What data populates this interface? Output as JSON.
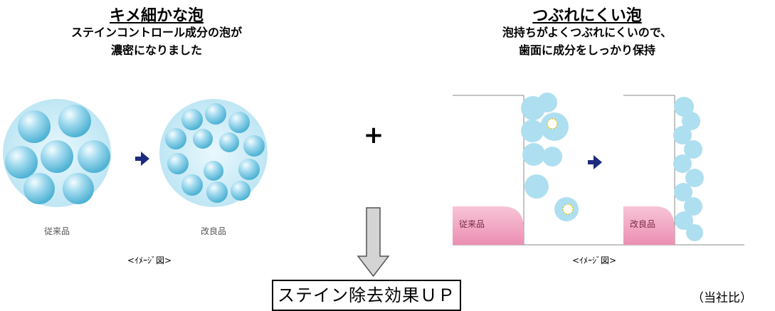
{
  "left_panel": {
    "title": "キメ細かな泡",
    "subtitle_line1": "ステインコントロール成分の泡が",
    "subtitle_line2": "濃密になりました",
    "label_before": "従来品",
    "label_after": "改良品",
    "image_note": "<ｲﾒｰｼﾞ図>"
  },
  "right_panel": {
    "title": "つぶれにくい泡",
    "subtitle_line1": "泡持ちがよくつぶれにくいので、",
    "subtitle_line2": "歯面に成分をしっかり保持",
    "label_before": "従来品",
    "label_after": "改良品",
    "image_note": "<ｲﾒｰｼﾞ図>"
  },
  "plus_sign": "+",
  "result": {
    "text": "ステイン除去効果ＵＰ",
    "note": "（当社比）"
  },
  "colors": {
    "bubble": "#a9dcee",
    "bubble_light": "#e6f6fc",
    "pink": "#f2a6c2",
    "arrow_navy": "#1c2a80",
    "down_arrow_fill": "#d4d4d4"
  }
}
